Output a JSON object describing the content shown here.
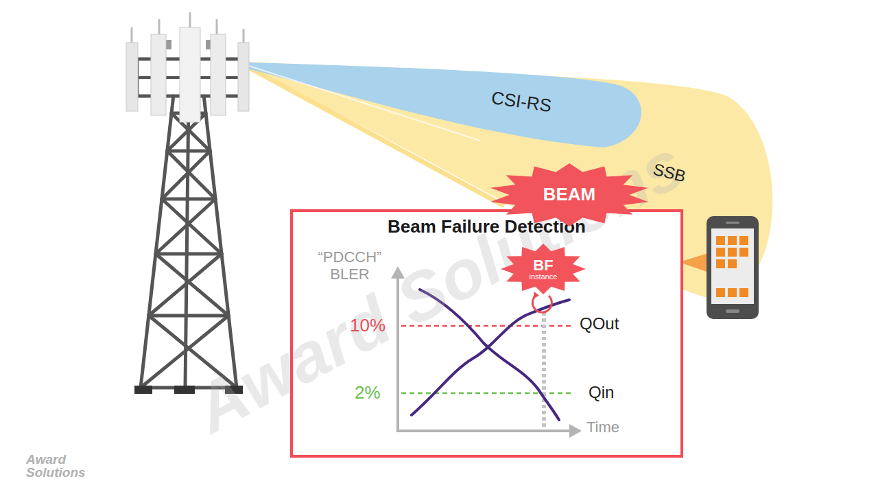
{
  "diagram": {
    "nodes": [
      {
        "text": [
          "BEAM"
        ]
      },
      {
        "text": [
          "Beam Failure Detection"
        ]
      },
      {
        "text": [
          "BF",
          "instance"
        ],
        "in": 1
      }
    ],
    "labels": [
      "CSI-RS",
      "SSB",
      "“PDCCH” BLER",
      "10%",
      "QOut",
      "2%",
      "Qin",
      "Time",
      "Award Solutions",
      "Award Solutions"
    ]
  }
}
